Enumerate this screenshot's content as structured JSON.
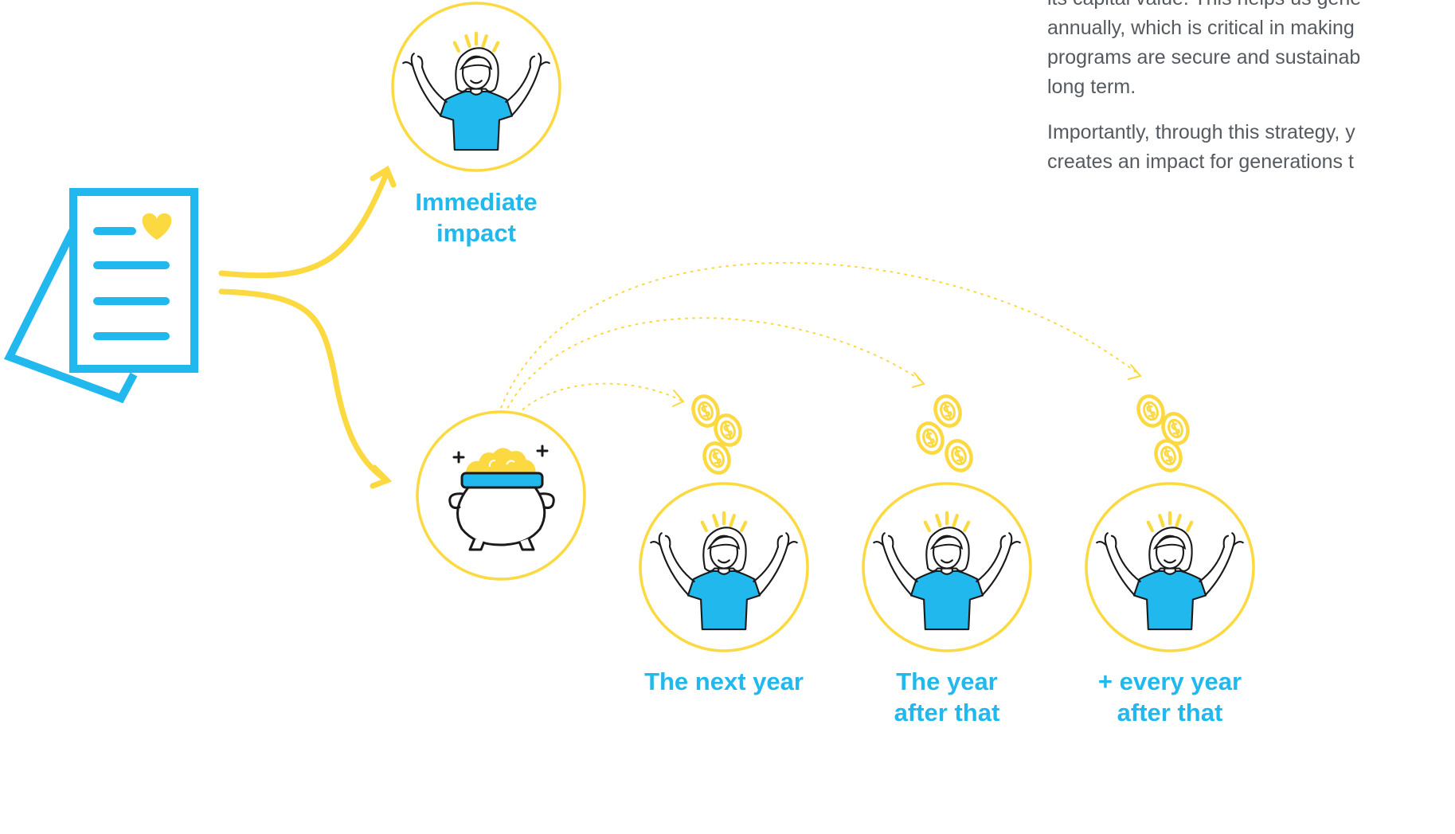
{
  "text": {
    "paragraph1": [
      "its capital value. This helps us gene",
      "annually, which is critical in making",
      "programs are secure and sustainab",
      "long term."
    ],
    "paragraph2": [
      "Importantly, through this strategy, y",
      "creates an impact for generations t"
    ]
  },
  "labels": {
    "immediate": [
      "Immediate",
      "impact"
    ],
    "next_year": [
      "The next year"
    ],
    "year_after": [
      "The year",
      "after that"
    ],
    "every_year": [
      "+ every year",
      "after that"
    ]
  },
  "colors": {
    "blue": "#20b8ed",
    "yellow": "#fcd940",
    "outline": "#1a1a1a",
    "text": "#555a60"
  },
  "icons": [
    "document-with-heart-icon",
    "person-celebrating-icon",
    "pot-of-gold-icon",
    "coin-icon"
  ]
}
